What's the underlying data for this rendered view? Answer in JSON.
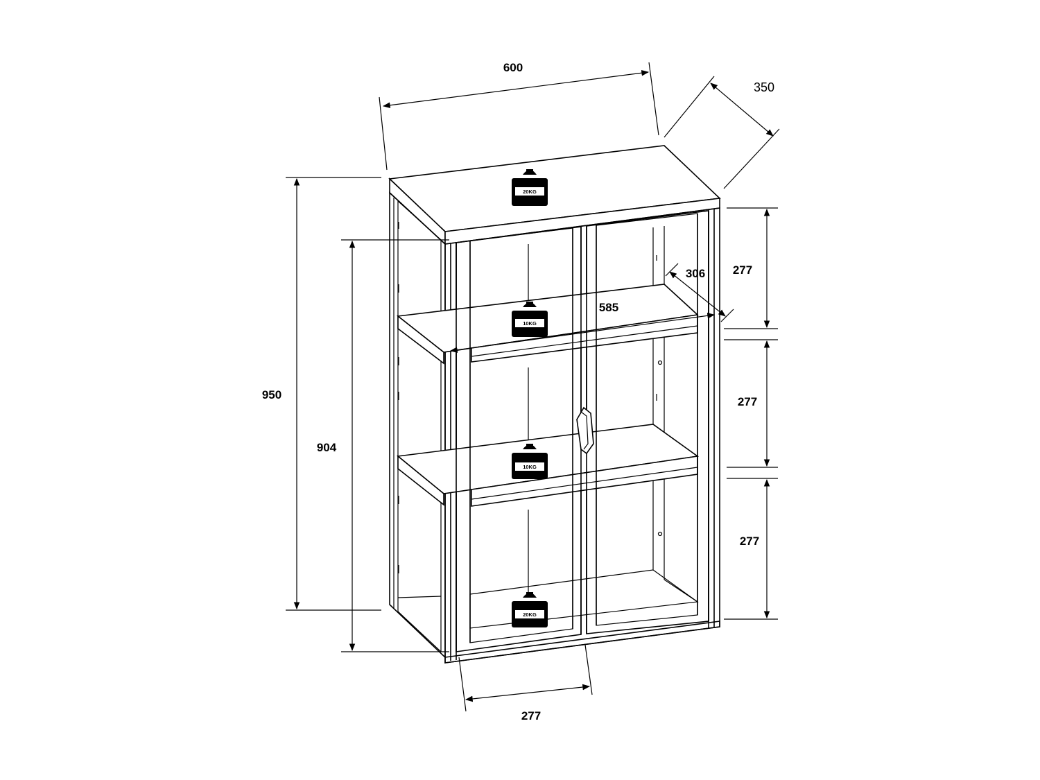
{
  "dimensions": {
    "width": "600",
    "depth": "350",
    "total_height": "950",
    "door_height": "904",
    "shelf_depth": "306",
    "inner_width": "585",
    "compartment_top": "277",
    "compartment_middle": "277",
    "compartment_bottom": "277",
    "door_width": "277"
  },
  "weights": {
    "top_load": "20KG",
    "shelf_upper_load": "10KG",
    "shelf_lower_load": "10KG",
    "bottom_load": "20KG"
  },
  "colors": {
    "line": "#000000",
    "background": "#ffffff"
  }
}
